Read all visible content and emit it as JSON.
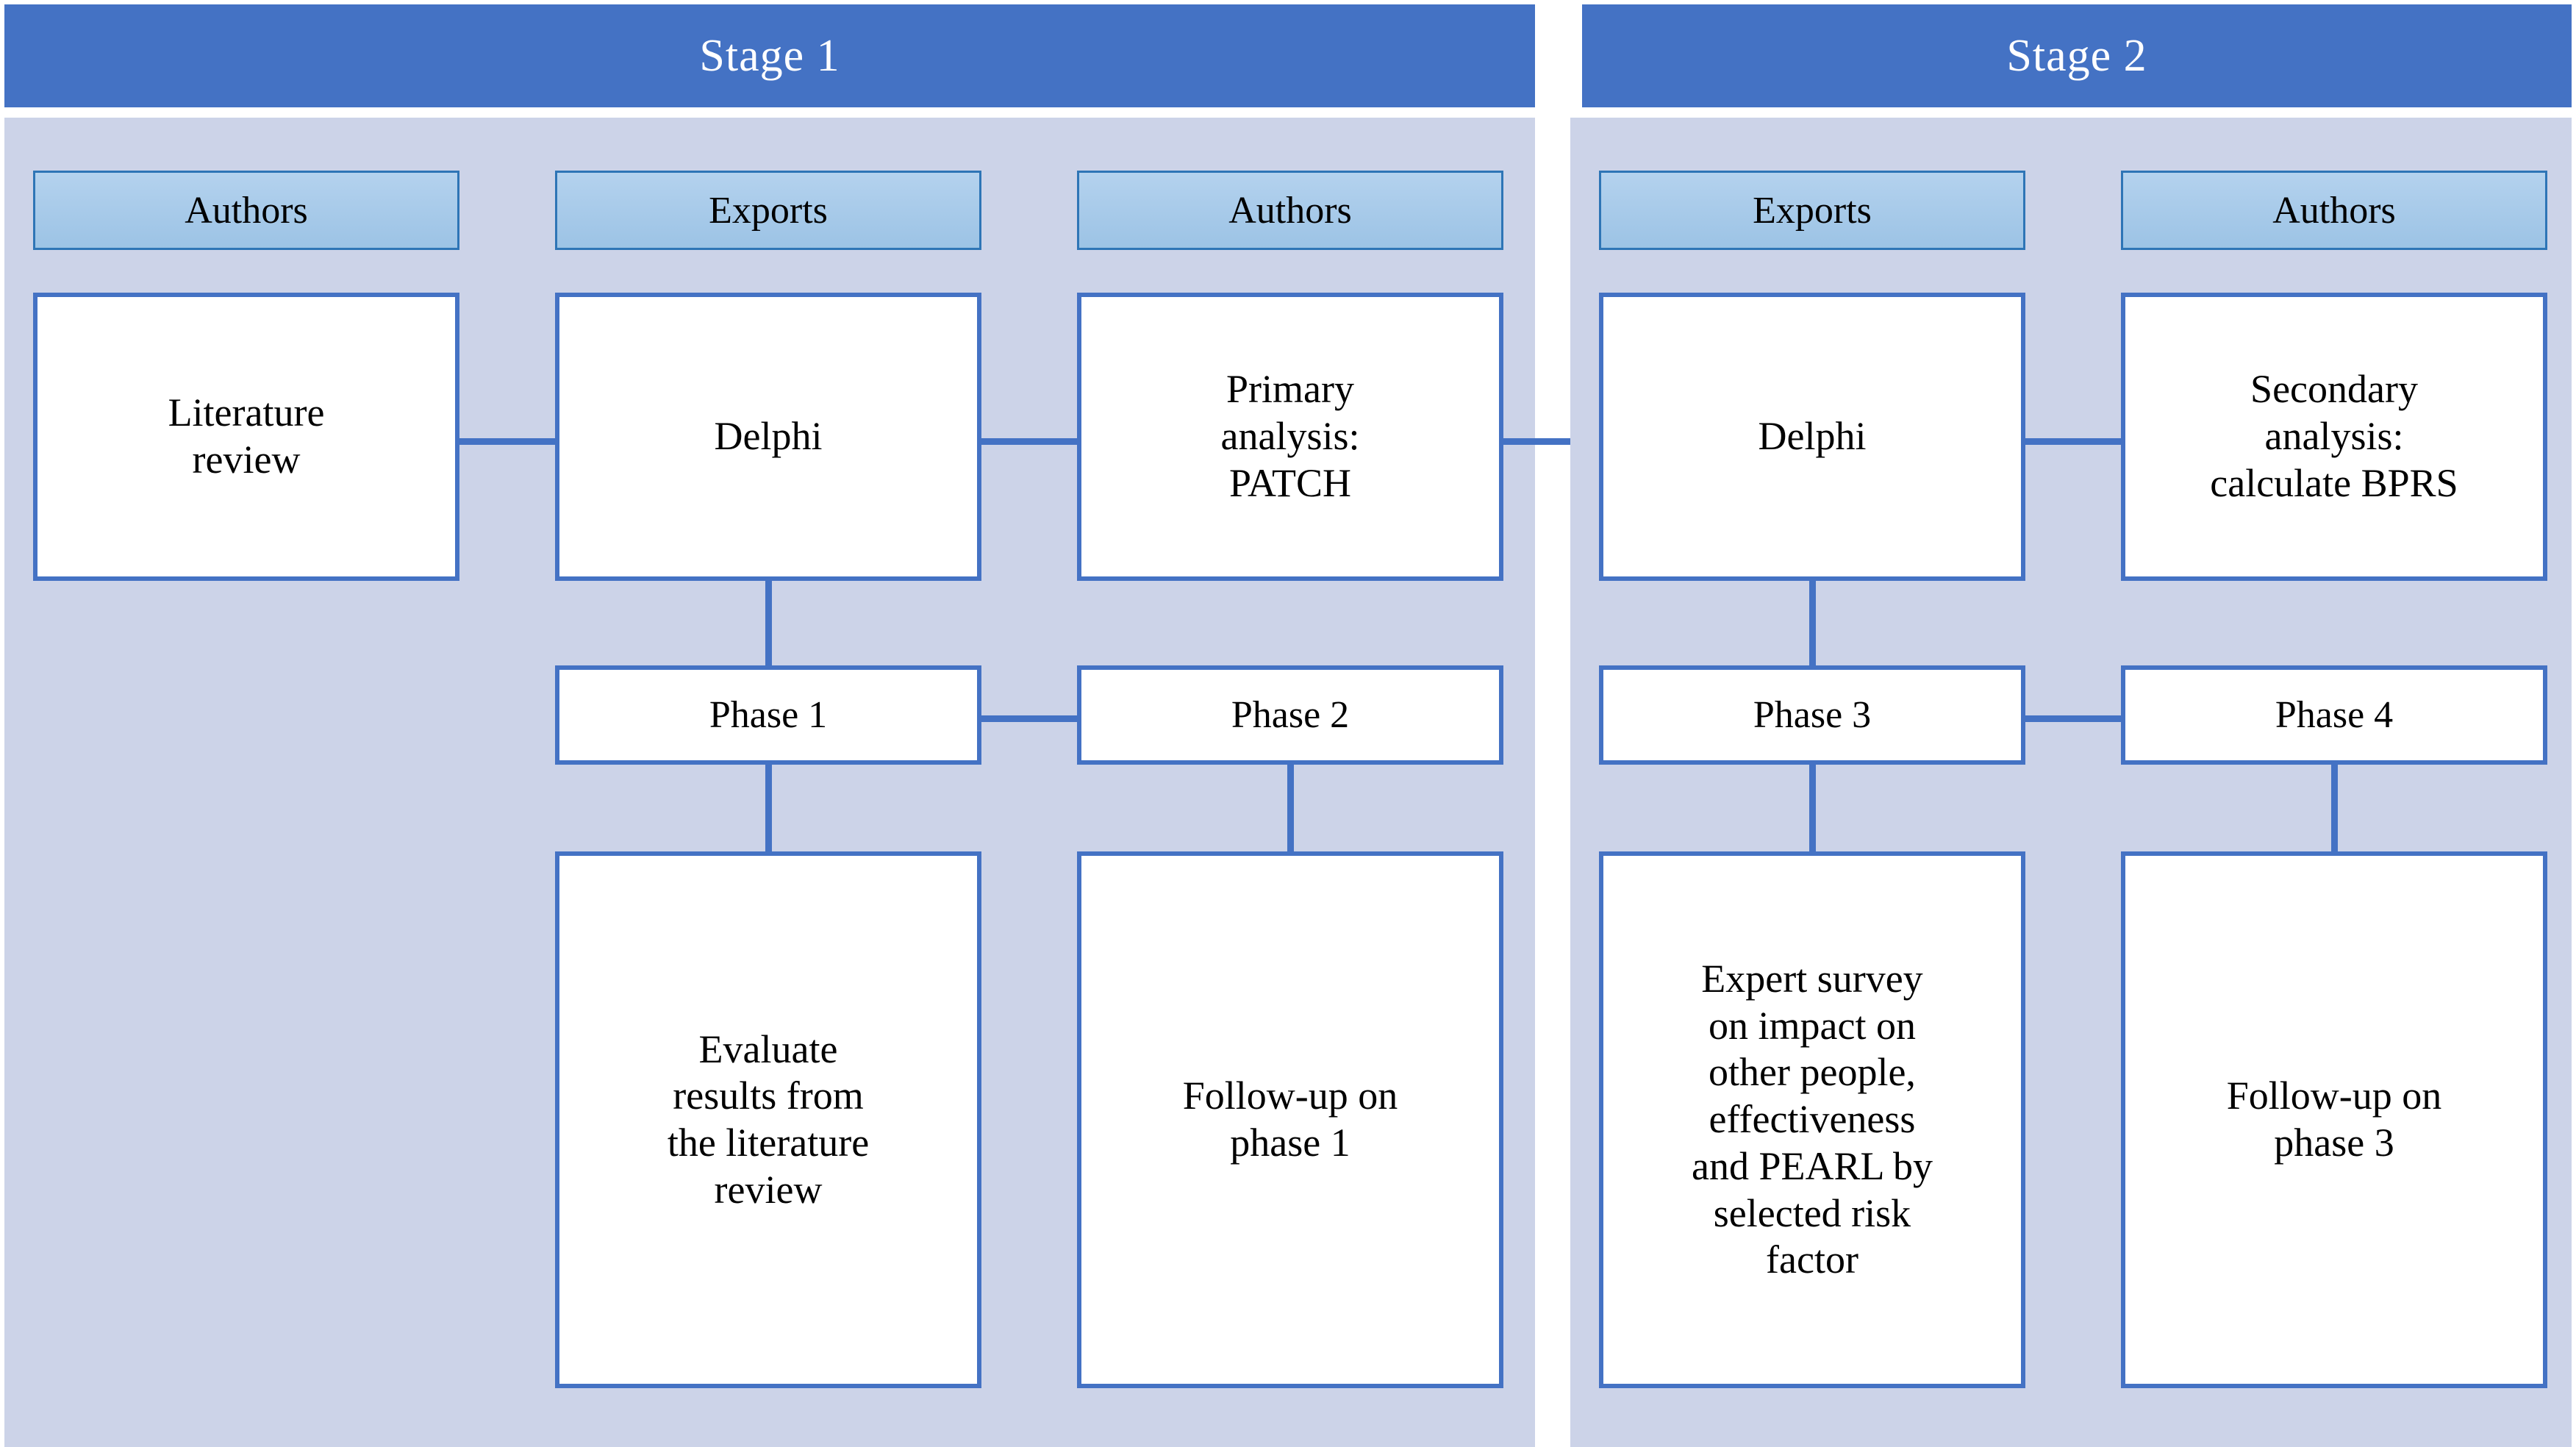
{
  "diagram": {
    "title_stage1": "Stage 1",
    "title_stage2": "Stage 2",
    "colors": {
      "header_blue": "#4472C4",
      "panel_background": "#CCD3E8",
      "chip_fill": "#9CC3E5",
      "chip_border": "#2E75B6",
      "node_border": "#4472C4",
      "node_fill": "#FFFFFF",
      "connector": "#4472C4",
      "header_text": "#FFFFFF",
      "node_text": "#000000"
    }
  },
  "stage1": {
    "header": "Stage 1",
    "roles": [
      {
        "label": "Authors"
      },
      {
        "label": "Exports"
      },
      {
        "label": "Authors"
      }
    ],
    "nodes": [
      {
        "id": "literature-review",
        "text": "Literature\nreview"
      },
      {
        "id": "delphi-1",
        "text": "Delphi"
      },
      {
        "id": "primary-analysis",
        "text": "Primary\nanalysis:\nPATCH"
      },
      {
        "id": "phase-1",
        "text": "Phase 1"
      },
      {
        "id": "phase-2",
        "text": "Phase 2"
      },
      {
        "id": "evaluate-results",
        "text": "Evaluate\nresults from\nthe literature\nreview"
      },
      {
        "id": "follow-up-phase-1",
        "text": "Follow-up on\nphase 1"
      }
    ]
  },
  "stage2": {
    "header": "Stage 2",
    "roles": [
      {
        "label": "Exports"
      },
      {
        "label": "Authors"
      }
    ],
    "nodes": [
      {
        "id": "delphi-2",
        "text": "Delphi"
      },
      {
        "id": "secondary-analysis",
        "text": "Secondary\nanalysis:\ncalculate BPRS"
      },
      {
        "id": "phase-3",
        "text": "Phase 3"
      },
      {
        "id": "phase-4",
        "text": "Phase 4"
      },
      {
        "id": "expert-survey",
        "text": "Expert survey\non impact on\nother people,\neffectiveness\nand PEARL by\nselected risk\nfactor"
      },
      {
        "id": "follow-up-phase-3",
        "text": "Follow-up on\nphase 3"
      }
    ]
  }
}
